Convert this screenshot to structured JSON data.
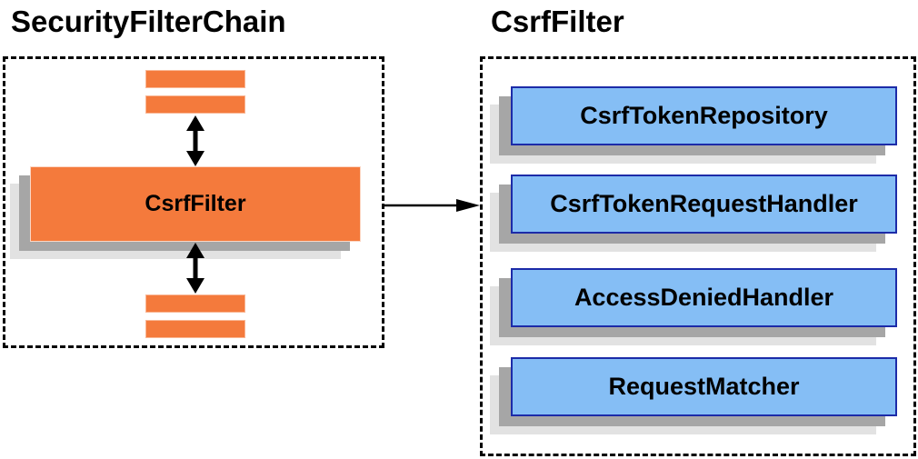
{
  "diagram": {
    "left": {
      "title": "SecurityFilterChain",
      "node_label": "CsrfFilter"
    },
    "right": {
      "title": "CsrfFilter",
      "components": [
        "CsrfTokenRepository",
        "CsrfTokenRequestHandler",
        "AccessDeniedHandler",
        "RequestMatcher"
      ]
    },
    "icons": {
      "vertical_double_arrow": "↕",
      "connector_arrow": "→"
    }
  },
  "colors": {
    "orange": "#F47A3C",
    "blue_fill": "#85BEF5",
    "blue_border": "#1C2BA8",
    "shadow_dark": "#A6A6A6",
    "shadow_light": "#E2E2E2",
    "ink": "#000000"
  }
}
